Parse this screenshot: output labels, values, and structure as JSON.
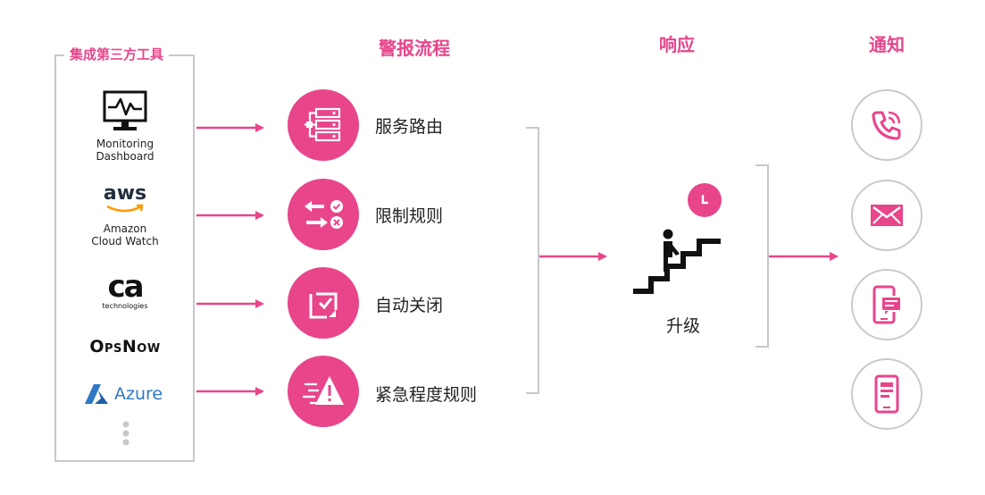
{
  "headings": {
    "alert_flow": "警报流程",
    "response": "响应",
    "notification": "通知"
  },
  "tools": {
    "title": "集成第三方工具",
    "items": [
      {
        "label_line1": "Monitoring",
        "label_line2": "Dashboard",
        "icon": "monitor-icon"
      },
      {
        "logo": "aws",
        "label_line1": "Amazon",
        "label_line2": "Cloud Watch",
        "icon": "aws-logo"
      },
      {
        "logo": "ca",
        "sublabel": "technologies",
        "icon": "ca-logo"
      },
      {
        "logo": "OpsNow",
        "icon": "opsnow-logo"
      },
      {
        "logo": "Azure",
        "icon": "azure-logo"
      }
    ],
    "more_icon": "vertical-dots-icon"
  },
  "alert_steps": [
    {
      "label": "服务路由",
      "icon": "server-routing-icon"
    },
    {
      "label": "限制规则",
      "icon": "restriction-rules-icon"
    },
    {
      "label": "自动关闭",
      "icon": "auto-close-icon"
    },
    {
      "label": "紧急程度规则",
      "icon": "urgency-warning-icon"
    }
  ],
  "response": {
    "label": "升级",
    "icon": "escalation-stairs-icon",
    "badge_icon": "clock-icon"
  },
  "notifications": [
    {
      "icon": "phone-call-icon"
    },
    {
      "icon": "email-icon"
    },
    {
      "icon": "sms-message-icon"
    },
    {
      "icon": "mobile-app-icon"
    }
  ],
  "colors": {
    "accent": "#e8458b",
    "border_gray": "#c8c8c8",
    "text_dark": "#222222"
  }
}
